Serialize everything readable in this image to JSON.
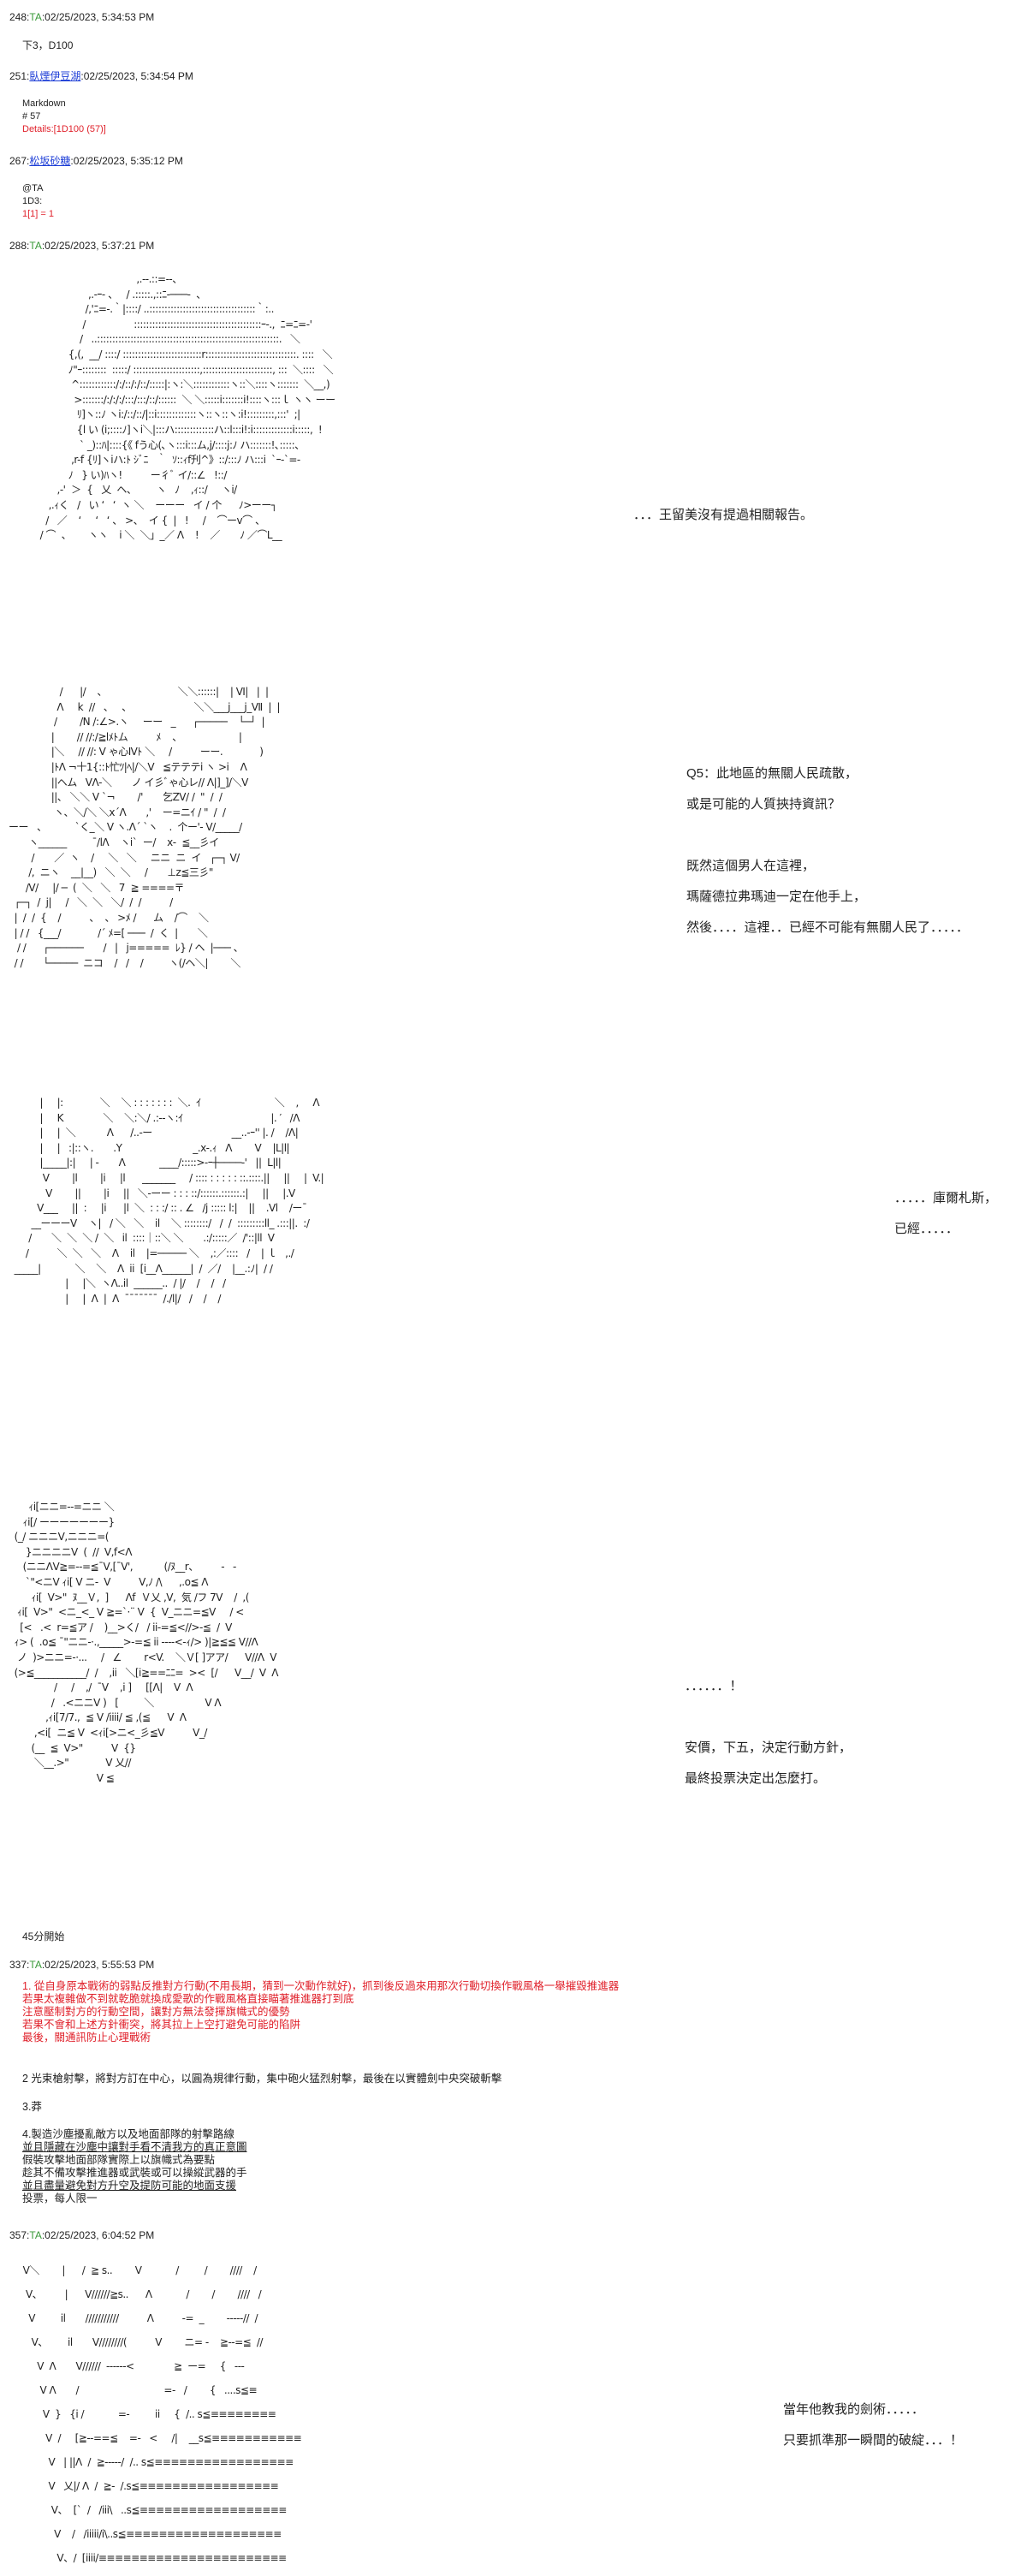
{
  "posts": [
    {
      "num": "248",
      "user": "TA",
      "time": "02/25/2023, 5:34:53 PM",
      "body": [
        "下3，D100"
      ]
    },
    {
      "num": "251",
      "user": "臥煙伊豆湖",
      "time": "02/25/2023, 5:34:54 PM",
      "body": [
        "Markdown",
        "# 57"
      ],
      "details": "Details:[1D100 (57)]"
    },
    {
      "num": "267",
      "user": "松坂砂糖",
      "time": "02/25/2023, 5:35:12 PM",
      "body": [
        "@TA",
        "1D3:"
      ],
      "details": "1[1] = 1"
    },
    {
      "num": "288",
      "user": "TA",
      "time": "02/25/2023, 5:37:21 PM"
    },
    {
      "num": "337",
      "user": "TA",
      "time": "02/25/2023, 5:55:53 PM"
    },
    {
      "num": "357",
      "user": "TA",
      "time": "02/25/2023, 6:04:52 PM"
    }
  ],
  "scenes": [
    {
      "lines": [
        "．．．王留美沒有提過相關報告。"
      ]
    },
    {
      "lines": [
        "Q5：此地區的無關人民疏散，",
        "或是可能的人質挾持資訊？",
        "",
        "既然這個男人在這裡，",
        "瑪薩德拉弗瑪迪一定在他手上，",
        "然後．．．．這裡．．已經不可能有無關人民了．．．．．"
      ]
    },
    {
      "lines": [
        "．．．．．庫爾札斯，",
        "已經．．．．．"
      ]
    },
    {
      "lines": [
        "．．．．．．！",
        "",
        "安價，下五，決定行動方針，",
        "最終投票決定出怎麼打。"
      ]
    },
    {
      "lines": [
        "當年他教我的劍術．．．．．",
        "只要抓準那一瞬間的破綻．．．！"
      ]
    }
  ],
  "start_note": "45分開始",
  "options": {
    "opt1": [
      "1. 從自身原本戰術的弱點反推對方行動(不用長期，猜到一次動作就好)，抓到後反過來用那次行動切換作戰風格一舉摧毀推進器",
      "若果太複雜做不到就乾脆就換成愛歌的作戰風格直接瞄著推進器打到底",
      "注意壓制對方的行動空間，讓對方無法發揮旗幟式的優勢",
      "若果不會和上述方針衝突，將其拉上上空打避免可能的陷阱",
      "最後，關通訊防止心理戰術"
    ],
    "opt2": "2 光束槍射擊，將對方訂在中心，以圓為規律行動，集中砲火猛烈射擊，最後在以實體劍中央突破斬擊",
    "opt3": "3.莽",
    "opt4": [
      "4.製造沙塵擾亂敵方以及地面部隊的射擊路線",
      "並且隱藏在沙塵中讓對手看不清我方的真正意圖",
      "假裝攻擊地面部隊實際上以旗幟式為要點",
      "趁其不備攻擊推進器或武裝或可以操縱武器的手",
      "並且盡量避免對方升空及提防可能的地面支援",
      "投票，每人限一"
    ]
  },
  "aa": [
    [
      "                                    ,.--.::=--、",
      "                   ,.-ｰ- 、   / .:::::.,::ﾆ-───-  、",
      "                  /,'ﾆ=-.｀|::::/ ..:::::::::::::::::::::::::::::::::::｀:..",
      "                 /                 ::::::::::::::::::::::::::::::::::::::::::ｰ-.,  ﾆ=ﾆ=-'",
      "                /   ..::::::::::::::::::::::::::::::::::::::::::::::::::::::::::::.   ＼",
      "            {,(,  __/ ::::/ ::::::::::::::::::::::::::r::::::::::::::::::::::::::::::. ::::   ＼",
      "            ﾉ\"ｰ::::::::  :::::/ ::::::::::::::::::::::,:::::::::::::::::::::::, :::  ＼::::   ＼",
      "             ^::::::::::::/:/::/:/::/:::::|:ヽ:＼::::::::::::ヽ::＼::::ヽ:::::::  ＼__,)",
      "              >:::::::/:/:/:/:::/:::/::/::::::  ＼ ＼:::::i:::::::i!::::ヽ:::ｌ ヽヽ ーー",
      "               ﾘ]ヽ::ﾉ ヽi:/::/::/|::i:::::::::::::ヽ::ヽ::ヽ:i!:::::::::,:::'  ;|",
      "               {l い (i;::::ﾉ]ヽi＼|:::ハ:::::::::::::ハ::l:::i!:i:::::::::::::i:::::,  !",
      "                ` _)::ﾊ|::::{《 fう心(､ヽ:::i:::ム,j/::::j:ﾉ ハ:::::::!､:::::、",
      "             ,r-f {ﾘ]ヽiハ:ﾄ ｼﾞﾆ   ｀  ｿ::ｨf刋^》::/:::ﾉ ハ:::i  `ｰ-`=-",
      "            ﾉ   } い)ﾊヽ!          ー彳ﾞ イ/::∠   !::/",
      "        ,-'  ＞  {   乂  ヘ、       ヽ   ﾉ    ,ｨ::/     ヽi/",
      "     ,.ｨく   /   い ‘   ‘  ヽ ＼    ーーー   イ / 个      ﾉ>ーー┐",
      "    /   ／    ‘     ‘   ‘ 、 >、  イ {  |   !     /    ⌒ーv⌒ 、",
      "  / ⌒  、      ヽヽ    i ＼  ＼」_／ Λ    !    ／       ﾉ ／⌒L__"
    ],
    [
      "                  /      |/    、                         ＼＼::::::|    | Ⅵ|   |  |",
      "                 Λ     k  //   、   、                      ＼＼___j___j_Ⅶ  |  |",
      "                /        /N /:∠>.ヽ     ーー   _      ┌─────    └─┘  |",
      "               |        // //:/≧lﾒﾄム          ﾒ    、                    |",
      "               |＼     // //: V ゃ心Ⅳﾄ ＼     /          ーー.             )",
      "               |ﾄΛ ¬十1{::ﾄ忙ﾂ|ﾍ|/＼V   ≦テテテi ヽ >i    Λ",
      "               ||ヘム   VΛ-＼       ノ イ彡ﾞゃ心レ// Λ|]_]/＼V",
      "               ||、 ＼＼ V `¬        /'       乞ZV/ /  \"  /  /",
      "                ヽ、＼/＼ ＼x´Λ       ,'    ー=ニｲ / \"  /  /",
      "ーー   、          `く_＼ V ヽ.Λ´ `ヽ    .  个ー'- V/_____/",
      "       ヽ______         ¯/lΛ    ヽi`  ー/    x-  ≦__彡イ",
      "        /       ／  ヽ    /     ＼   ＼     ニニ  ニ  イ   ┌─┐ V/",
      "       /,  ニヽ    __|__)   ＼  ＼     /       ⊥z≦三彡\"",
      "      /V/     |/ ─  (  ＼   ＼   7  ≧ ====〒",
      "  ┌─┐  /  j|     /   ＼  ＼   ＼/  /  /          /",
      "  |  /  /  {    /          、  、 >ﾒ /      ム    /⌒    ＼",
      "  | / /   {___/             /´ ﾒ=[ ───  /  く  |       ＼",
      "   / /      ┌──────       /   |   j=====  ﾚ} / ヘ  |─── 、",
      "  / /       └─────  ニコ    /   /    /         ヽ(/ヘ＼|        ＼"
    ],
    [
      "           |     |:             ＼    ＼ : : : : : : :  ＼.  ｲ                          ＼    ,     Λ",
      "           |     K              ＼    ＼:＼/ .:-‐ヽ:ｲ                               |. ′   /Λ",
      "           |     |  ＼           Λ      /..-ー                            __..-ｰ'' |. /    /Λ|",
      "           |     |   :|::ヽ.       .Y                         _.x-.ｨ   Λ        V    |L|l|",
      "           |_____|:|     | -       Λ            ____/:::::>-ｰ┼────-'   ||  L|l|",
      "            V        |l        |i     |l      _______     / :::: : : : : : ::.::::.||     ||     |  V.|",
      "             V        ||        |i     ||   ＼-ーー : : : ::/::::::.::::::.:|     ||     |.V",
      "          V___     ||  :     |i      |l  ＼  : : :/ :: . ∠   /j ::::: l:|    ||    .Vl    /ー¯",
      "        __ーーーV    ヽ|   / ＼   ＼    il    ＼ ::::::::/   /  /  :::::::::ll_ .:::||.  :/",
      "       /       ＼  ＼  ＼ /  ＼   il  ::::｜::＼ ＼       .:/:::::／  /'::|ll  V",
      "      /          ＼  ＼   ＼    Λ    il    |=───── ＼    ,:／::::   /    | ｌ   ,./",
      "  _____|            ＼    ＼    Λ  ii  [i__Λ______|  /  ／/    |__.:ﾉ|  / /",
      "                    |     |＼  ヽΛ..il  ______..  / |/    /    /   /",
      "                    |     |  Λ  |  Λ  ¯¯¯¯¯¯¯  /./l|/   /    /    /"
    ],
    [
      "       ｨi[ニニ=--=ニニ ＼",
      "     ｨi[/ ーーーーーーー}",
      "  (_/ ニニニV,ニニニ=(",
      "      }ニニニニV  (  //  V,f<Λ",
      "     (ニニΛV≧=--=≦¯V,[¯V',           (/ﾇ__r、        -   -",
      "      `\"<ニV ｨi[ V ニ-  V          V,ﾉ /\\      ,.o≦ Λ",
      "        ｨi[  V>\"  ﾇ__Ｖ,  ]      Λf  Ｖ乂 ,V,  気 /フ 7V    /  ,(",
      "   ｨi[  V>\"  <ニ_<_ V ≧=`·¨ V  {  V_ニニ=≦V     / <",
      "    [<   .<  r=≦ア /    )__>く/   / ii-=≦<//>-≦  /  V",
      "  ｨ> (  .o≦ ¯\"ニニ-·.,_____>-=≦ ii ----<-ｨ/> )|≧≦≦ V//Λ",
      "   ノ  )>ニニ=-·...     /   ∠        r<V.    ＼Ｖ[ ]アア/      V//Λ  V",
      "  (>≦___________/  /    ,ii   ＼[i≧==ﾆﾆ=  ><  [/      V__/  V  Λ",
      "                /     /    ,/  ¯V    ,i ]     [[Λ|    V  Λ",
      "               /   .<ニニV )   [         ＼                  V Λ",
      "             ,ｨi[7/7.,  ≦ V /iiii/ ≦ ,(≦      V  Λ",
      "         ,<i[  ニ≦ V  <ｨi[>ニ<_彡≦V          V_/",
      "        (__  ≦  V>\"          V  {}",
      "         ＼__.>\"             V 乂//",
      "                               V ≦"
    ],
    [
      "  V＼        |      /  ≧ s..        V            /         /        ////    /",
      "   V、        |      V//////≧s..      Λ            /        /        ////   /",
      "    V         il       ///////////          Λ          -=  _        -----//  /",
      "     V、       il       V////////(          V        ニ= -    ≧--=≦  //",
      "       V  Λ       V//////  ------<              ≧  ー=     {   ---",
      "        V Λ       /                              =-   /        {   ....s≦≡",
      "         V  }   {i /            =-         ii     {  /.. s≦≡≡≡≡≡≡≡≡",
      "          V  /     [≧--==≦    =-   <     /|    __s≦≡≡≡≡≡≡≡≡≡≡≡",
      "           V   | ||Λ  /  ≧-----/  /.. s≦≡≡≡≡≡≡≡≡≡≡≡≡≡≡≡≡≡",
      "           V   乂|/ Λ  /  ≧-  /.s≦≡≡≡≡≡≡≡≡≡≡≡≡≡≡≡≡≡",
      "            V、  [`  /   /iii\\   ..s≦≡≡≡≡≡≡≡≡≡≡≡≡≡≡≡≡≡≡",
      "             V    /   /iiiii/i\\..s≦≡≡≡≡≡≡≡≡≡≡≡≡≡≡≡≡≡≡≡",
      "              V、/  [iiii/≡≡≡≡≡≡≡≡≡≡≡≡≡≡≡≡≡≡≡≡≡≡≡"
    ]
  ],
  "colors": {
    "ta": "#3a9a3a",
    "link": "#1a3bd6",
    "red": "#e0202a"
  }
}
